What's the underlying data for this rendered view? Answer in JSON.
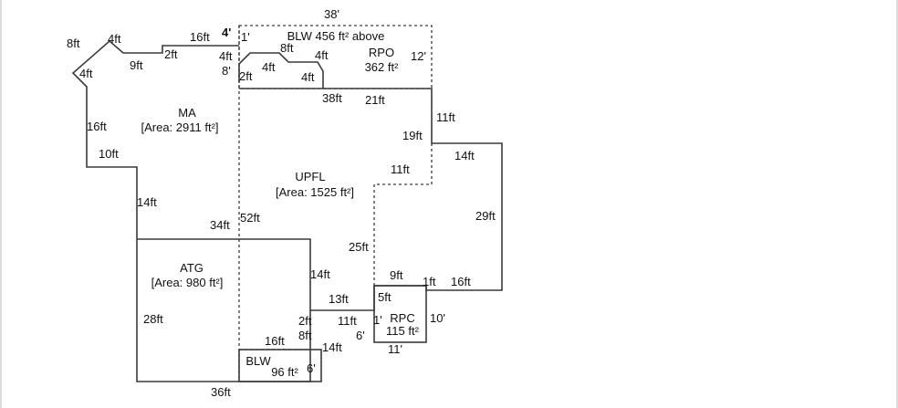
{
  "rooms": {
    "ma": {
      "name": "MA",
      "area": "[Area: 2911 ft²]"
    },
    "upfl": {
      "name": "UPFL",
      "area": "[Area: 1525 ft²]"
    },
    "atg": {
      "name": "ATG",
      "area": "[Area: 980 ft²]"
    },
    "blw_top": {
      "line1": "BLW 456 ft² above"
    },
    "rpo": {
      "name": "RPO",
      "area": "362 ft²"
    },
    "rpc": {
      "name": "RPC",
      "area": "115 ft²"
    },
    "blw_bottom": {
      "name": "BLW",
      "area": "96 ft²"
    }
  },
  "dimensions": {
    "d38top": "38'",
    "d8ft": "8ft",
    "d4ft_a": "4ft",
    "d16ft_a": "16ft",
    "d4p": "4'",
    "d1p_a": "1'",
    "d9ft_a": "9ft",
    "d2ft_a": "2ft",
    "d4ft_b": "4ft",
    "d8p": "8'",
    "d4ft_c": "4ft",
    "d8ft_b": "8ft",
    "d4ft_d": "4ft",
    "d2ft_b": "2ft",
    "d4ft_e": "4ft",
    "d4ft_f": "4ft",
    "d12p": "12'",
    "d38ft": "38ft",
    "d21ft": "21ft",
    "d11ft_a": "11ft",
    "d19ft": "19ft",
    "d16ft_b": "16ft",
    "d10ft": "10ft",
    "d14ft_a": "14ft",
    "d11ft_b": "11ft",
    "d14ft_b": "14ft",
    "d29ft": "29ft",
    "d34ft": "34ft",
    "d52ft": "52ft",
    "d25ft": "25ft",
    "d14ft_c": "14ft",
    "d9ft_b": "9ft",
    "d1ft": "1ft",
    "d16ft_c": "16ft",
    "d5ft": "5ft",
    "d13ft": "13ft",
    "d28ft": "28ft",
    "d2ft_c": "2ft",
    "d11ft_c": "11ft",
    "d1p_b": "1'",
    "d10p": "10'",
    "d8ft_c": "8ft",
    "d6p_a": "6'",
    "d16ft_d": "16ft",
    "d14ft_d": "14ft",
    "d11p": "11'",
    "d6p_b": "6'",
    "d36ft": "36ft"
  }
}
